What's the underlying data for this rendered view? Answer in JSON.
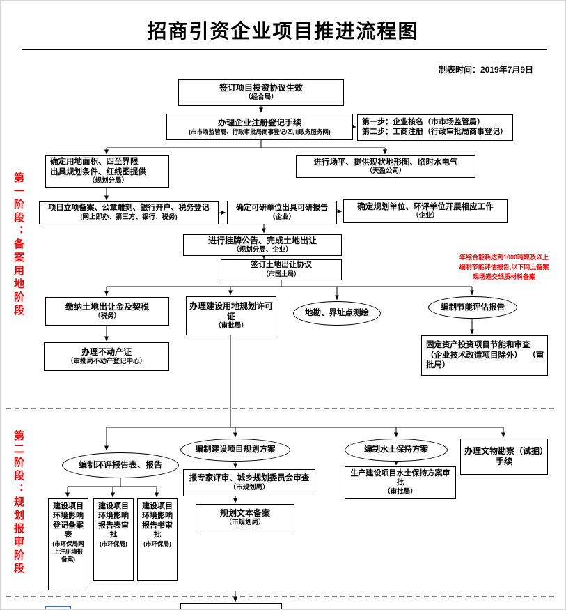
{
  "header": {
    "title": "招商引资企业项目推进流程图",
    "date": "制表时间：2019年7月9日"
  },
  "stage_labels": {
    "stage1": "第一阶段：备案用地阶段",
    "stage2": "第二阶段：规划报审阶段"
  },
  "notes": {
    "energy_note": "年综合能耗达到1000吨煤及以上编制节能评估报告,以下网上备案现场递交纸质材料备案"
  },
  "nodes": {
    "sign_agreement": {
      "title": "签订项目投资协议生效",
      "sub": "（经合局）"
    },
    "register": {
      "title": "办理企业注册登记手续",
      "sub": "(市市场监管局、行政审批局商事登记/四川政务服务网)"
    },
    "steps": {
      "line1": "第一步：企业核名（市市场监管局）",
      "line2": "第二步：工商注册（行政审批局商事登记）"
    },
    "land_conditions": {
      "line1": "确定用地面积、四至界限",
      "line2": "出具规划条件、红线图提供",
      "sub": "（规划分局）"
    },
    "site_prep": {
      "title": "进行场平、提供现状地形图、临时水电气",
      "sub": "（天盈公司）"
    },
    "project_filing": {
      "title": "项目立项备案、公章雕刻、银行开户、税务登记",
      "sub": "(网上即办、第三方、银行、税务)"
    },
    "feasibility": {
      "title": "确定可研单位出具可研报告",
      "sub": "（企业）"
    },
    "planning_units": {
      "title": "确定规划单位、环评单位开展相应工作",
      "sub": "（企业）"
    },
    "listing": {
      "title": "进行挂牌公告、完成土地出让",
      "sub": "（规划分局、企业）"
    },
    "land_agreement": {
      "title": "签订土地出让协议",
      "sub": "（市国土局）"
    },
    "pay_fees": {
      "title": "缴纳土地出让金及契税",
      "sub": "（税务）"
    },
    "land_permit": {
      "title": "办理建设用地规划许可证",
      "sub": "（审批局）"
    },
    "survey": {
      "title": "地勘、界址点测绘"
    },
    "energy_report": {
      "title": "编制节能评估报告"
    },
    "property_cert": {
      "title": "办理不动产证",
      "sub": "（审批局不动产登记中心）"
    },
    "energy_review": {
      "title": "固定资产投资项目节能和审查（企业技术改造项目除外）",
      "sub": "（审批局）"
    },
    "env_report": {
      "title": "编制环评报告表、报告"
    },
    "plan_scheme": {
      "title": "编制建设项目规划方案"
    },
    "water_scheme": {
      "title": "编制水土保持方案"
    },
    "cultural": {
      "title": "办理文物勘察（试掘）手续"
    },
    "expert_review": {
      "title": "报专家评审、城乡规划委员会审查",
      "sub": "（市规划局）"
    },
    "plan_filing": {
      "title": "规划文本备案",
      "sub": "（市规划局）"
    },
    "env_reg": {
      "title": "建设项目环境影响登记备案表",
      "sub": "(市环保局网上注册填报备案)"
    },
    "env_form": {
      "title": "建设项目环境影响报告表审批",
      "sub": "(市环保局)"
    },
    "env_book": {
      "title": "建设项目环境影响报告书审批",
      "sub": "(市环保局)"
    }
  }
}
